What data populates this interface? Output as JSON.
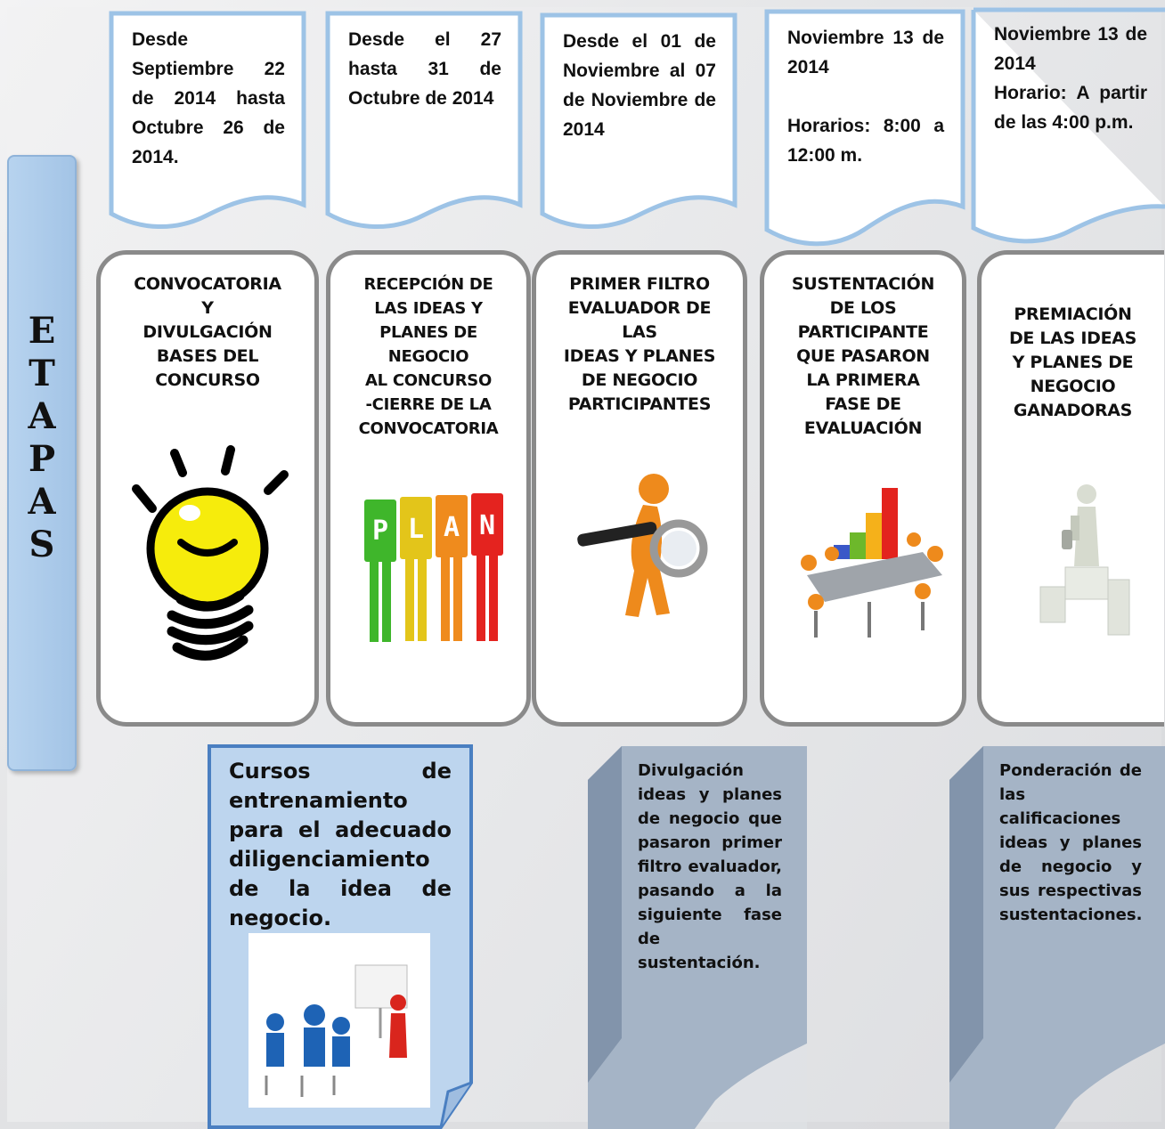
{
  "sidebar": {
    "letters": [
      "E",
      "T",
      "A",
      "P",
      "A",
      "S"
    ]
  },
  "dates": [
    "Desde Septiembre 22 de 2014 hasta Octubre 26 de 2014.",
    "Desde el 27 hasta 31 de Octubre de 2014",
    "Desde el 01 de Noviembre al 07 de Noviembre de 2014",
    "Noviembre 13 de 2014\n\nHorarios: 8:00 a 12:00 m.",
    "Noviembre 13 de 2014\nHorario: A partir de las 4:00 p.m."
  ],
  "stages": [
    {
      "title": "CONVOCATORIA\nY\nDIVULGACIÓN\nBASES DEL\nCONCURSO",
      "icon": "lightbulb-icon"
    },
    {
      "title": "RECEPCIÓN DE\nLAS IDEAS Y\nPLANES  DE\nNEGOCIO\nAL CONCURSO\n-CIERRE DE LA\nCONVOCATORIA",
      "icon": "plan-blocks-icon",
      "plan_letters": [
        "P",
        "L",
        "A",
        "N"
      ]
    },
    {
      "title": "PRIMER FILTRO\nEVALUADOR DE\nLAS\nIDEAS Y PLANES\nDE NEGOCIO\nPARTICIPANTES",
      "icon": "magnifier-person-icon"
    },
    {
      "title": "SUSTENTACIÓN\nDE LOS\nPARTICIPANTE\nQUE PASARON\nLA PRIMERA\nFASE DE\nEVALUACIÓN",
      "icon": "meeting-chart-icon"
    },
    {
      "title": "PREMIACIÓN\nDE LAS IDEAS\nY PLANES DE\nNEGOCIO\nGANADORAS",
      "icon": "podium-trophy-icon"
    }
  ],
  "notes": {
    "training": "Cursos de entrenamiento para el adecuado diligenciamiento de la idea de negocio.",
    "divulgacion": "Divulgación ideas y planes de negocio que pasaron primer filtro evaluador, pasando a la siguiente fase de sustentación.",
    "ponderacion": "Ponderación de las calificaciones ideas y planes de negocio y sus respectivas sustentaciones."
  },
  "colors": {
    "flag_border": "#9dc3e6",
    "card_border": "#8a8a8a",
    "note_fill": "#a4b5c8",
    "train_fill": "#bdd5ee",
    "train_border": "#4a7fc1"
  }
}
